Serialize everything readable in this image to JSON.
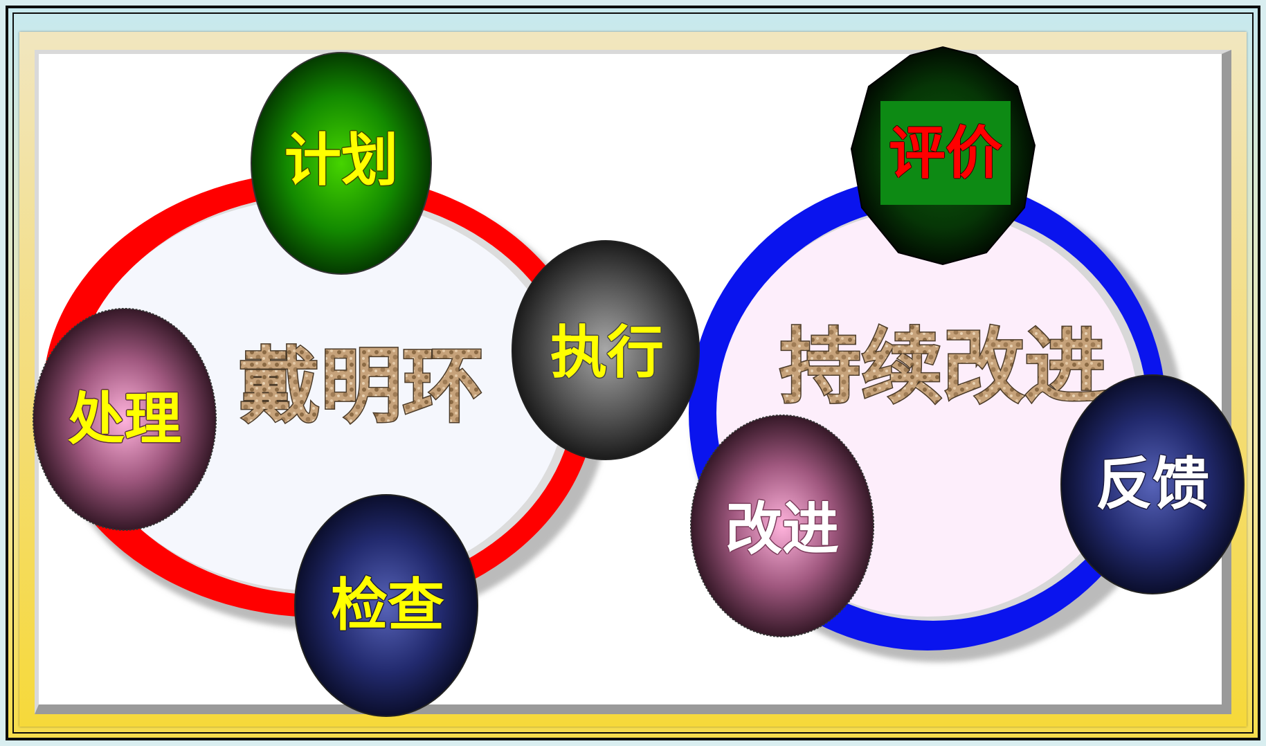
{
  "pdca_cycle": {
    "title": "戴明环",
    "ring_color": "#ff0000",
    "plan": "计划",
    "do": "执行",
    "check": "检查",
    "act": "处理"
  },
  "improvement_cycle": {
    "title": "持续改进",
    "ring_color": "#0a14ee",
    "evaluate": "评价",
    "feedback": "反馈",
    "improve": "改进"
  }
}
